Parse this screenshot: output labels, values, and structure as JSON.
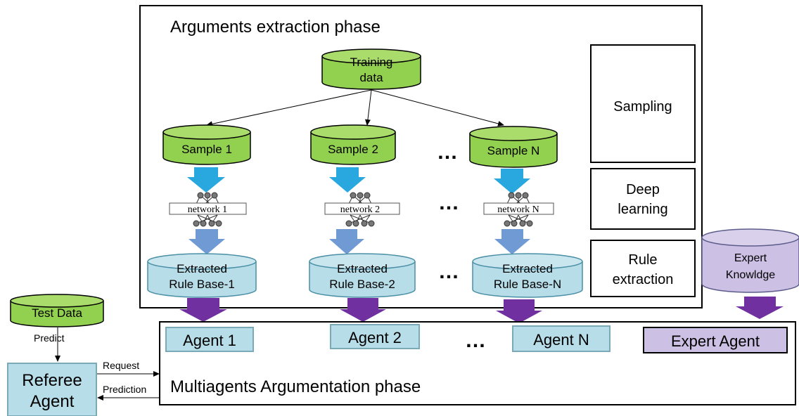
{
  "phases": {
    "extraction_title": "Arguments extraction phase",
    "argumentation_title": "Multiagents Argumentation phase"
  },
  "training": {
    "line1": "Training",
    "line2": "data"
  },
  "stages": {
    "sampling": "Sampling",
    "deep_learning": {
      "line1": "Deep",
      "line2": "learning"
    },
    "rule_extraction": {
      "line1": "Rule",
      "line2": "extraction"
    }
  },
  "samples": [
    "Sample 1",
    "Sample 2",
    "Sample N"
  ],
  "networks": [
    "network 1",
    "network 2",
    "network N"
  ],
  "rule_bases": [
    {
      "line1": "Extracted",
      "line2": "Rule Base-1"
    },
    {
      "line1": "Extracted",
      "line2": "Rule Base-2"
    },
    {
      "line1": "Extracted",
      "line2": "Rule Base-N"
    }
  ],
  "agents": [
    "Agent 1",
    "Agent 2",
    "Agent N"
  ],
  "ellipsis": "…",
  "expert": {
    "knowledge": {
      "line1": "Expert",
      "line2": "Knowldge"
    },
    "agent": "Expert Agent"
  },
  "test_data": "Test Data",
  "predict_label": "Predict",
  "referee": {
    "line1": "Referee",
    "line2": "Agent"
  },
  "request_label": "Request",
  "prediction_label": "Prediction",
  "colors": {
    "green_fill": "#92d050",
    "teal_fill": "#b7dde8",
    "lavender_fill": "#ccc0e4",
    "blue_arrow": "#29a8e0",
    "steel_arrow": "#6f9ad3",
    "purple_arrow": "#7030a0",
    "agent_box": "#b7dde8",
    "expert_agent_box": "#ccc0e4"
  }
}
